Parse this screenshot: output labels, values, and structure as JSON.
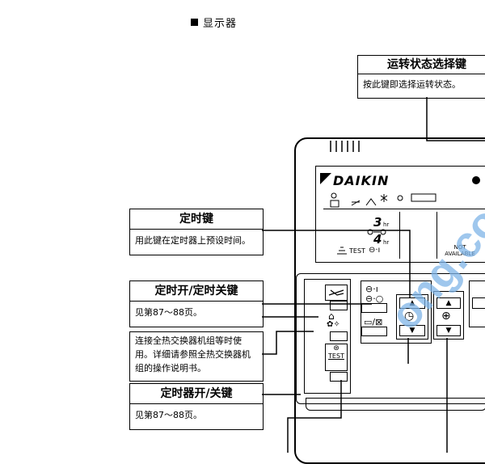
{
  "section": {
    "title": "显示器"
  },
  "callouts": {
    "status_select": {
      "title": "运转状态选择键",
      "desc": "按此键即选择运转状态。"
    },
    "timer": {
      "title": "定时键",
      "desc": "用此键在定时器上预设时间。"
    },
    "timer_on_off": {
      "title": "定时开/定时关键",
      "desc": "见第87～88页。"
    },
    "heat_exchanger": {
      "desc": "连接全热交换器机组等时使用。详细请参照全热交换器机组的操作说明书。"
    },
    "timer_switch": {
      "title": "定时器开/关键",
      "desc": "见第87～88页。"
    }
  },
  "device": {
    "brand": "DAIKIN",
    "lcd": {
      "digit_top": "3",
      "unit_top": "hr",
      "digit_bottom": "4",
      "unit_bottom": "hr",
      "test_label": "TEST",
      "not_available": "NOT AVAILABLE"
    },
    "test_button_label": "TEST"
  },
  "watermark": "ong.com"
}
